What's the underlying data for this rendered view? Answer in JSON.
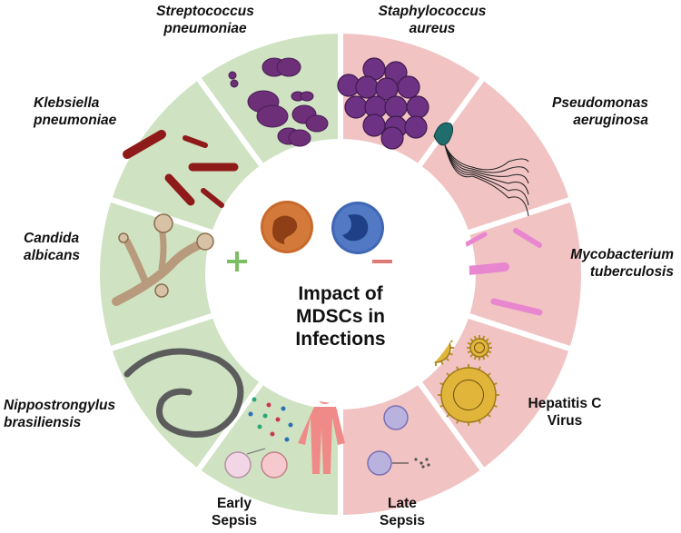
{
  "title": [
    "Impact of",
    "MDSCs in",
    "Infections"
  ],
  "center_symbols": {
    "positive": "+",
    "negative": "−"
  },
  "colors": {
    "positive_sector": "#cfe3c3",
    "negative_sector": "#f1c3c3",
    "plus_sign": "#7cbf63",
    "minus_sign": "#e07a74",
    "neutrophil_cell": "#c96a2c",
    "monocyte_cell": "#3f67b5",
    "bacteria_purple": "#6c2f78",
    "klebsiella_red": "#8f1a1a",
    "mycobacterium_pink": "#e886cf",
    "virus_gold": "#e0b53a"
  },
  "pathogens": {
    "positive": [
      {
        "icon": "streptococcus-diplococci-icon",
        "label": [
          "Streptococcus",
          "pneumoniae"
        ],
        "italic": true
      },
      {
        "icon": "klebsiella-rods-icon",
        "label": [
          "Klebsiella",
          "pneumoniae"
        ],
        "italic": true
      },
      {
        "icon": "candida-hyphae-icon",
        "label": [
          "Candida",
          "albicans"
        ],
        "italic": true
      },
      {
        "icon": "nematode-worm-icon",
        "label": [
          "Nippostrongylus",
          "brasiliensis"
        ],
        "italic": true
      },
      {
        "icon": "early-sepsis-icon",
        "label": [
          "Early",
          "Sepsis"
        ],
        "italic": false
      }
    ],
    "negative": [
      {
        "icon": "staphylococcus-cluster-icon",
        "label": [
          "Staphylococcus",
          "aureus"
        ],
        "italic": true
      },
      {
        "icon": "pseudomonas-flagellum-icon",
        "label": [
          "Pseudomonas",
          "aeruginosa"
        ],
        "italic": true
      },
      {
        "icon": "mycobacterium-rods-icon",
        "label": [
          "Mycobacterium",
          "tuberculosis"
        ],
        "italic": true
      },
      {
        "icon": "hepatitis-c-virus-icon",
        "label": [
          "Hepatitis C",
          "Virus"
        ],
        "italic": false
      },
      {
        "icon": "late-sepsis-icon",
        "label": [
          "Late",
          "Sepsis"
        ],
        "italic": false
      }
    ]
  }
}
